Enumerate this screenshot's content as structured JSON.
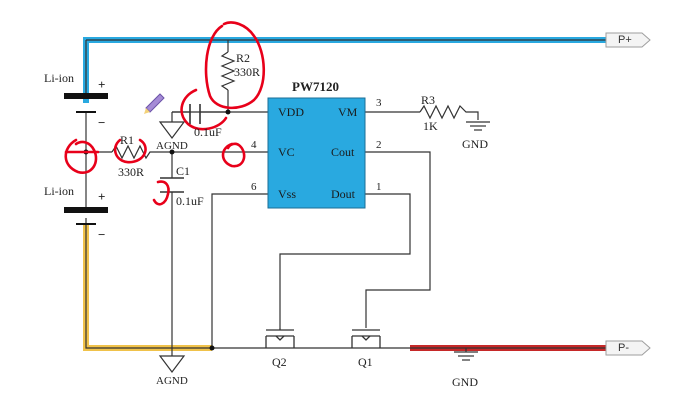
{
  "chip": {
    "name": "PW7120",
    "pins": {
      "vdd": "VDD",
      "vc": "VC",
      "vss": "Vss",
      "vm": "VM",
      "cout": "Cout",
      "dout": "Dout"
    },
    "pin_numbers": {
      "vc": "4",
      "vss": "6",
      "vm": "3",
      "cout": "2",
      "dout": "1"
    }
  },
  "components": {
    "battery_top": "Li-ion",
    "battery_bottom": "Li-ion",
    "r1": {
      "name": "R1",
      "value": "330R"
    },
    "r2": {
      "name": "R2",
      "value": "330R"
    },
    "r3": {
      "name": "R3",
      "value": "1K"
    },
    "c1": {
      "name": "C1",
      "value": "0.1uF"
    },
    "c2": {
      "value": "0.1uF"
    },
    "q1": "Q1",
    "q2": "Q2"
  },
  "signs": {
    "plus": "+",
    "minus": "−"
  },
  "grounds": {
    "agnd": "AGND",
    "gnd": "GND"
  },
  "ports": {
    "p_plus": "P+",
    "p_minus": "P-"
  },
  "colors": {
    "chip_fill": "#29a9e0",
    "p_plus_highlight": "#29a9e0",
    "p_minus_highlight": "#c62828",
    "battery_negative_highlight": "#f0c24a",
    "annotation_red": "#e8001a"
  },
  "icons": [
    "pencil-icon"
  ]
}
